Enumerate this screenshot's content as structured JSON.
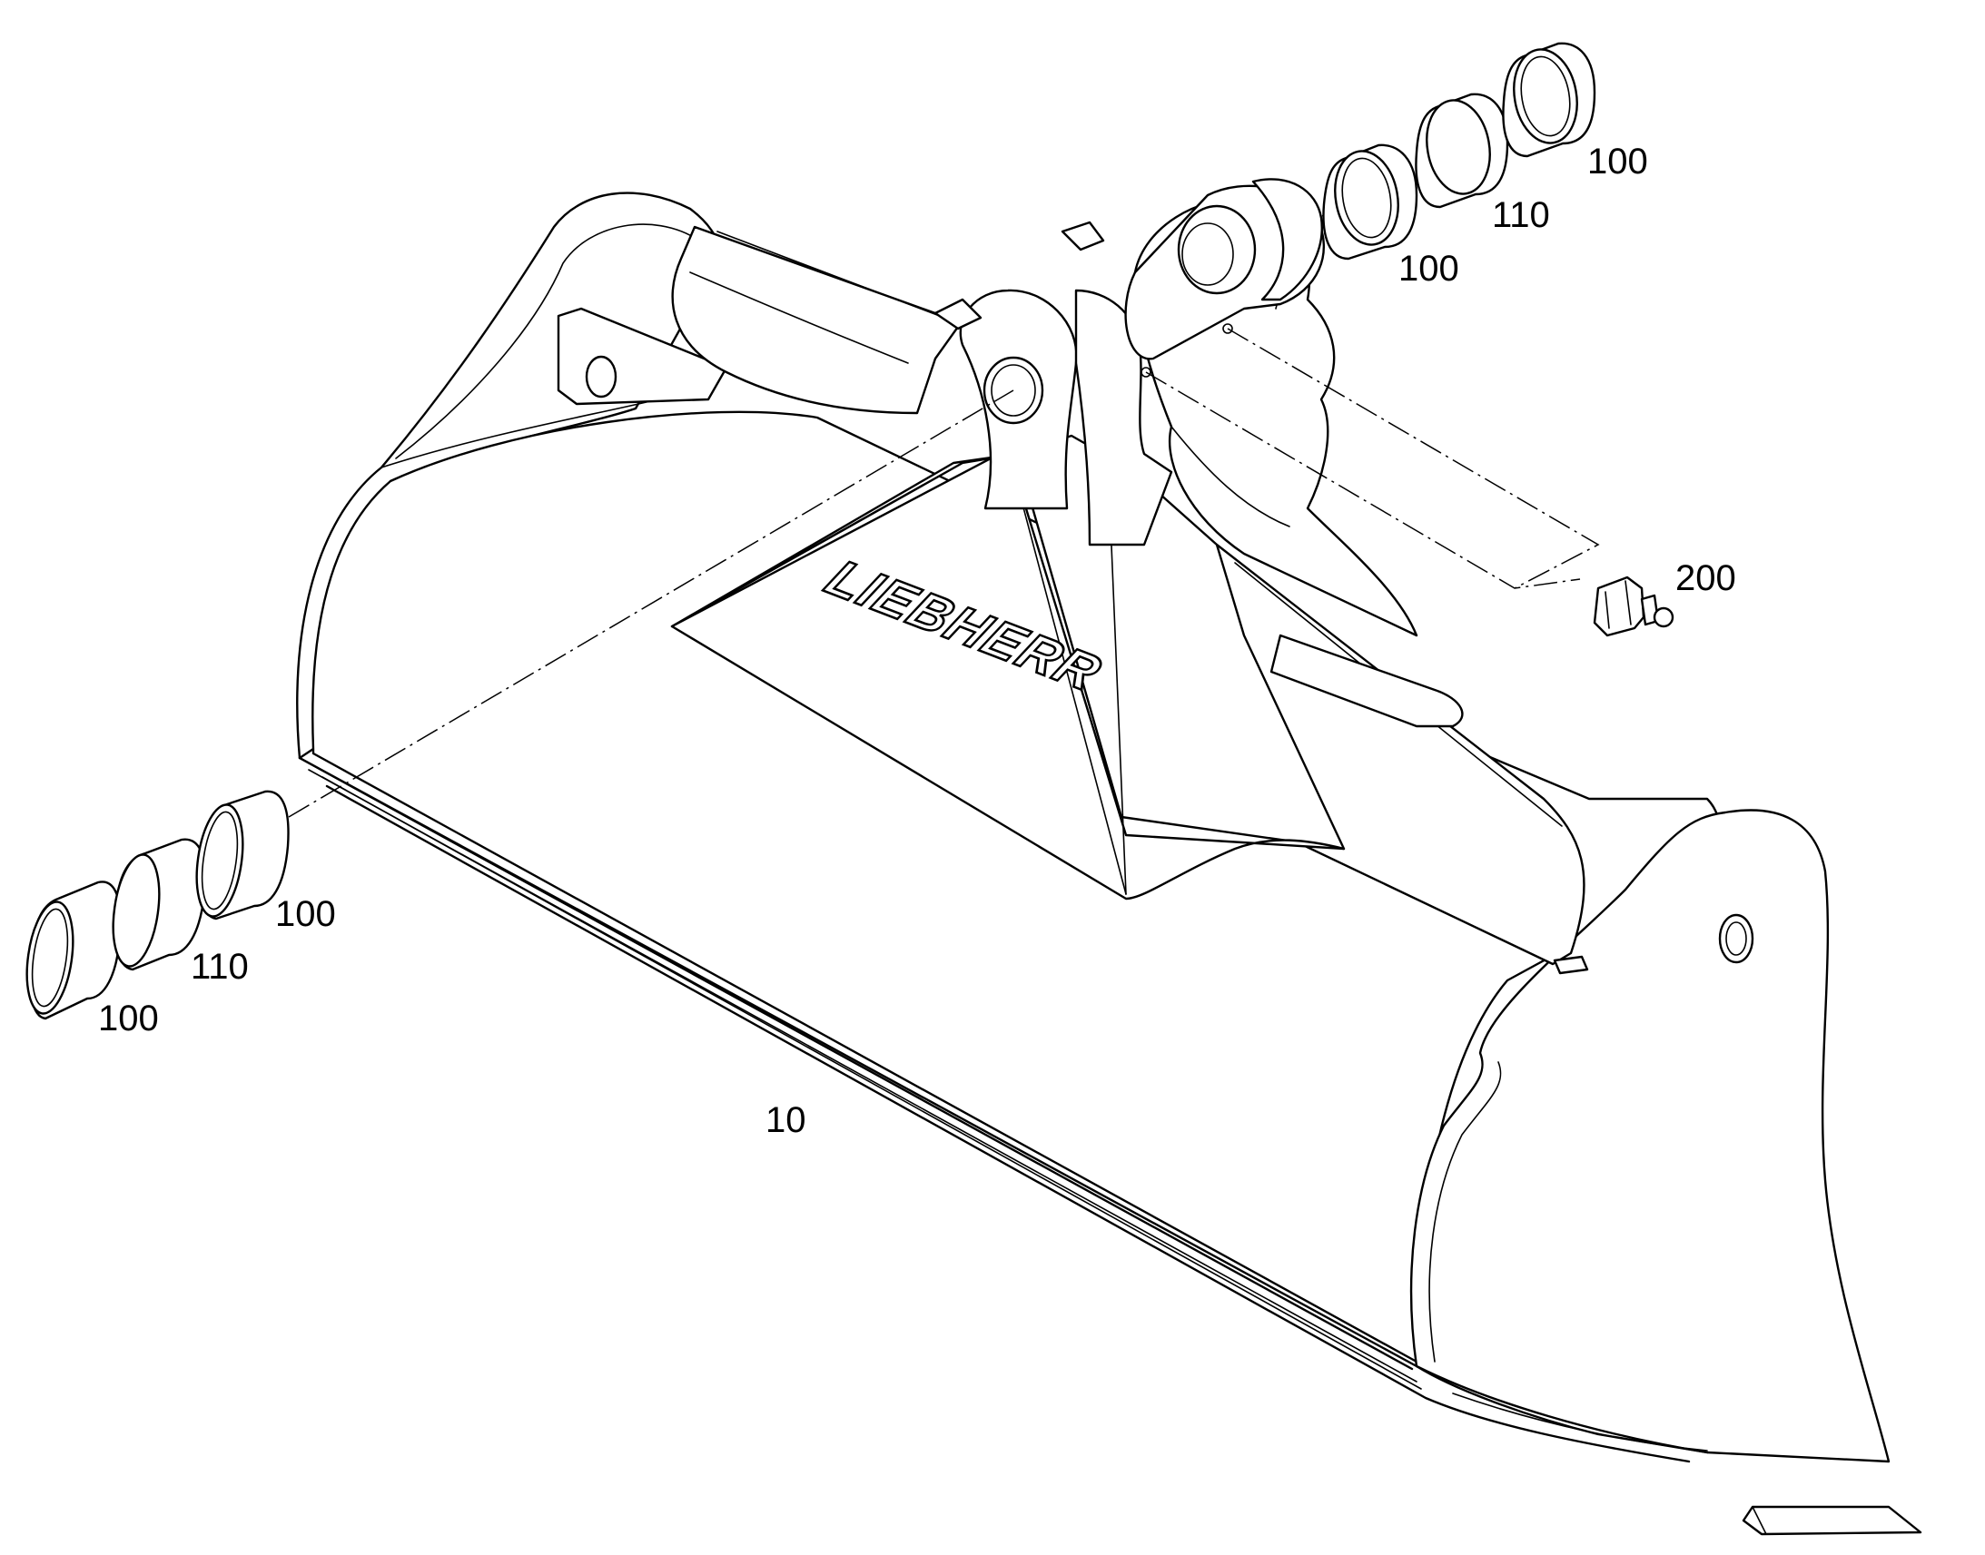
{
  "brand_logo": "LIEBHERR",
  "callouts": [
    {
      "id": "callout-bucket",
      "text": "10"
    },
    {
      "id": "callout-bushing-left-outer",
      "text": "100"
    },
    {
      "id": "callout-shim-left",
      "text": "110"
    },
    {
      "id": "callout-bushing-left-inner",
      "text": "100"
    },
    {
      "id": "callout-bushing-right-inner",
      "text": "100"
    },
    {
      "id": "callout-shim-right",
      "text": "110"
    },
    {
      "id": "callout-bushing-right-outer",
      "text": "100"
    },
    {
      "id": "callout-grease-nipple",
      "text": "200"
    }
  ]
}
